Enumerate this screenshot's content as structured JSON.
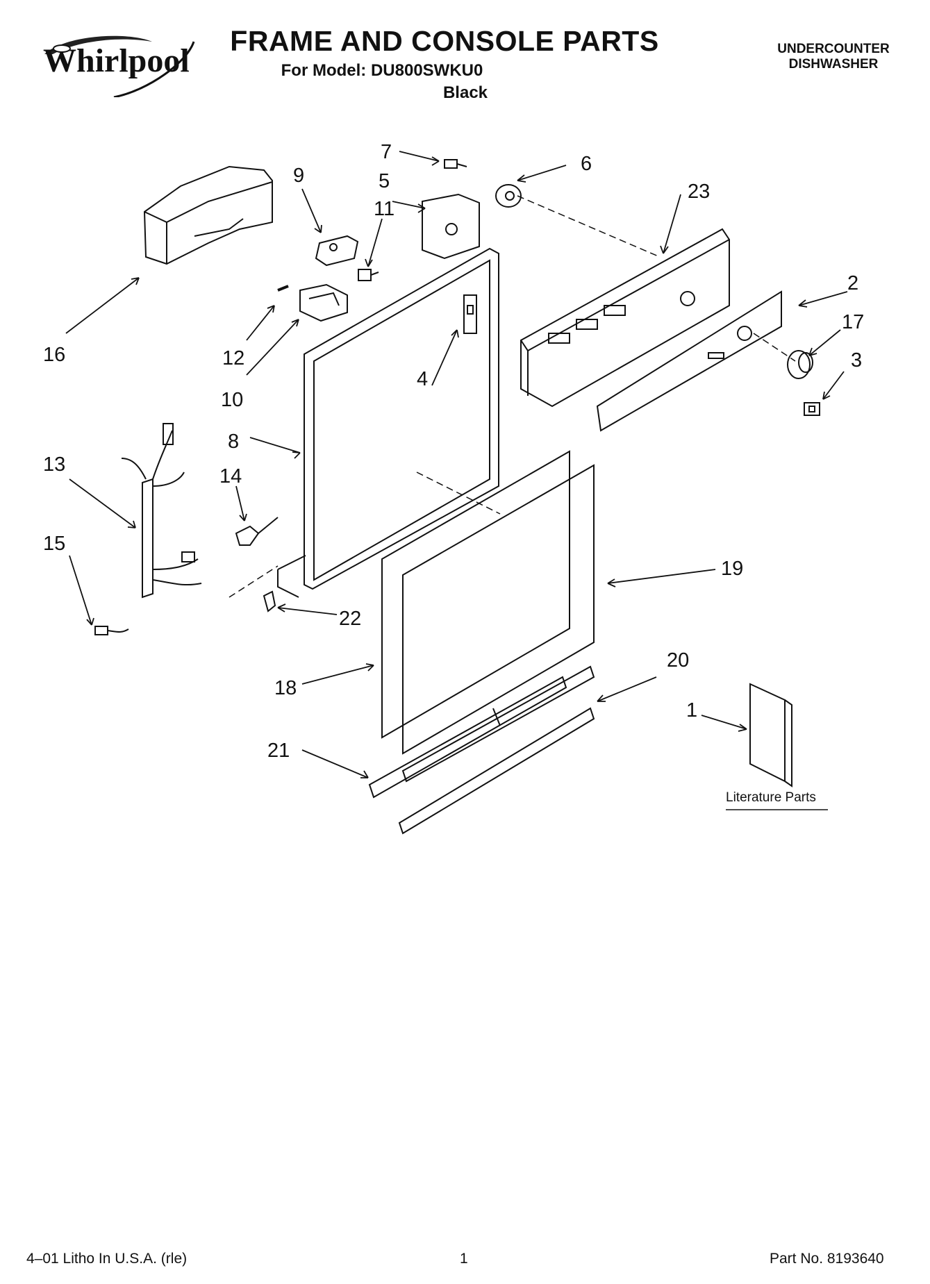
{
  "header": {
    "brand": "Whirlpool",
    "title": "FRAME AND CONSOLE PARTS",
    "model_line": "For Model: DU800SWKU0",
    "color": "Black",
    "appliance_type": [
      "UNDERCOUNTER",
      "DISHWASHER"
    ]
  },
  "diagram": {
    "callouts": [
      "1",
      "2",
      "3",
      "4",
      "5",
      "6",
      "7",
      "8",
      "9",
      "10",
      "11",
      "12",
      "13",
      "14",
      "15",
      "16",
      "17",
      "18",
      "19",
      "20",
      "21",
      "22",
      "23"
    ],
    "literature_label": "Literature Parts"
  },
  "footer": {
    "left": "4–01 Litho In U.S.A. (rle)",
    "center": "1",
    "right": "Part No. 8193640"
  }
}
